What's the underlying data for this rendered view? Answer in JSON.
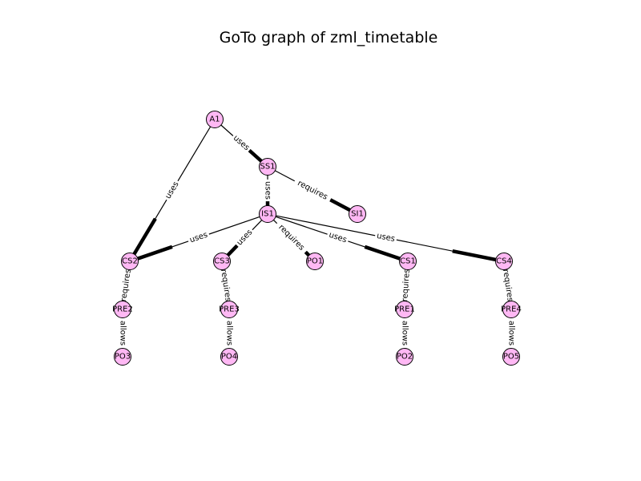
{
  "title": "GoTo graph of zml_timetable",
  "colors": {
    "node_fill": "#ffb8f4",
    "node_stroke": "#000000",
    "edge": "#000000",
    "background": "#ffffff"
  },
  "nodes": [
    {
      "id": "A1"
    },
    {
      "id": "SS1"
    },
    {
      "id": "SI1"
    },
    {
      "id": "IS1"
    },
    {
      "id": "CS2"
    },
    {
      "id": "CS3"
    },
    {
      "id": "PO1"
    },
    {
      "id": "CS1"
    },
    {
      "id": "CS4"
    },
    {
      "id": "PRE2"
    },
    {
      "id": "PRE3"
    },
    {
      "id": "PRE1"
    },
    {
      "id": "PRE4"
    },
    {
      "id": "PO3"
    },
    {
      "id": "PO4"
    },
    {
      "id": "PO2"
    },
    {
      "id": "PO5"
    }
  ],
  "edges": [
    {
      "from": "A1",
      "to": "SS1",
      "label": "uses"
    },
    {
      "from": "A1",
      "to": "CS2",
      "label": "uses"
    },
    {
      "from": "SS1",
      "to": "SI1",
      "label": "requires"
    },
    {
      "from": "SS1",
      "to": "IS1",
      "label": "uses"
    },
    {
      "from": "IS1",
      "to": "CS2",
      "label": "uses"
    },
    {
      "from": "IS1",
      "to": "CS3",
      "label": "uses"
    },
    {
      "from": "IS1",
      "to": "PO1",
      "label": "requires"
    },
    {
      "from": "IS1",
      "to": "CS1",
      "label": "uses"
    },
    {
      "from": "IS1",
      "to": "CS4",
      "label": "uses"
    },
    {
      "from": "CS2",
      "to": "PRE2",
      "label": "requires"
    },
    {
      "from": "CS3",
      "to": "PRE3",
      "label": "requires"
    },
    {
      "from": "CS1",
      "to": "PRE1",
      "label": "requires"
    },
    {
      "from": "CS4",
      "to": "PRE4",
      "label": "requires"
    },
    {
      "from": "PRE2",
      "to": "PO3",
      "label": "allows"
    },
    {
      "from": "PRE3",
      "to": "PO4",
      "label": "allows"
    },
    {
      "from": "PRE1",
      "to": "PO2",
      "label": "allows"
    },
    {
      "from": "PRE4",
      "to": "PO5",
      "label": "allows"
    }
  ]
}
